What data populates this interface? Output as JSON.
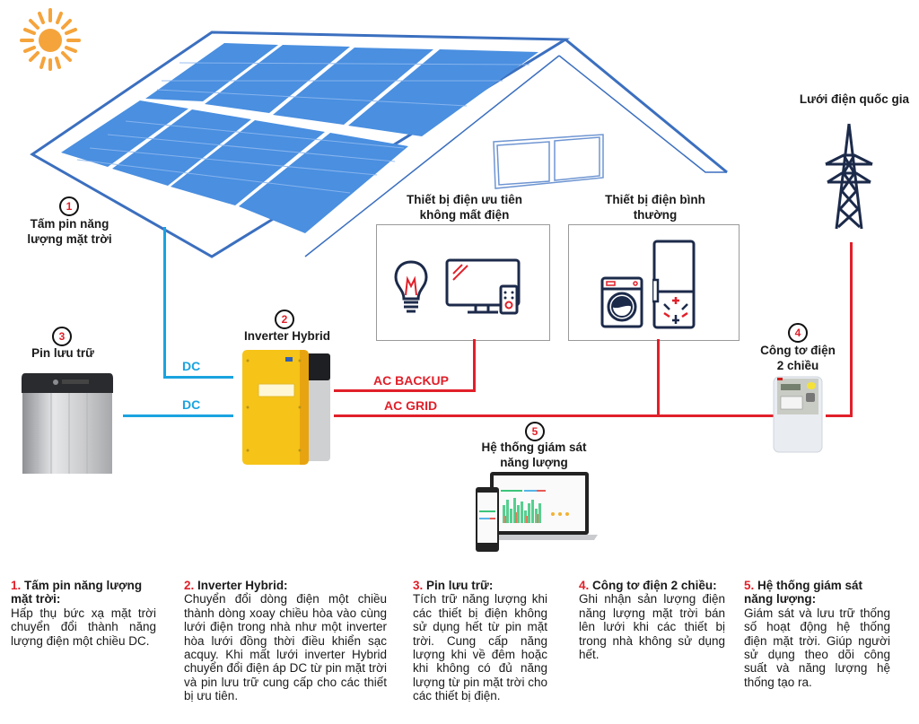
{
  "labels": {
    "solar_panel": {
      "number": "1",
      "text_line1": "Tấm pin năng",
      "text_line2": "lượng mặt trời"
    },
    "inverter": {
      "number": "2",
      "text": "Inverter Hybrid"
    },
    "battery": {
      "number": "3",
      "text": "Pin lưu trữ"
    },
    "meter": {
      "number": "4",
      "text_line1": "Công tơ điện",
      "text_line2": "2 chiều"
    },
    "monitoring": {
      "number": "5",
      "text_line1": "Hệ thống giám sát",
      "text_line2": "năng lượng"
    },
    "grid": {
      "text": "Lưới điện quốc gia"
    },
    "priority_devices": {
      "text_line1": "Thiết bị điện ưu tiên",
      "text_line2": "không mất điện"
    },
    "normal_devices": {
      "text_line1": "Thiết bị điện bình",
      "text_line2": "thường"
    }
  },
  "wires": {
    "dc_solar": "DC",
    "dc_battery": "DC",
    "ac_backup": "AC BACKUP",
    "ac_grid": "AC GRID"
  },
  "colors": {
    "dc_wire": "#1aa3e0",
    "ac_wire": "#e0202a",
    "panel_blue": "#4a8fe0",
    "roof_blue": "#3b6fbf",
    "sun": "#f5a43c",
    "icon_navy": "#1c2a4a",
    "accent_red": "#e0202a",
    "inverter_yellow": "#f6c318"
  },
  "descriptions": [
    {
      "number": "1.",
      "title": "Tấm pin năng lượng mặt trời:",
      "body": "Hấp thụ bức xạ mặt trời chuyển đổi thành năng lượng điện một chiều DC."
    },
    {
      "number": "2.",
      "title": "Inverter Hybrid:",
      "body": "Chuyển đổi dòng điện một chiều thành dòng xoay chiều hòa vào cùng lưới điện trong nhà như một inverter hòa lưới đồng thời điều khiển sạc acquy. Khi mất lưới inverter Hybrid chuyển đổi điện áp DC từ pin mặt trời và pin lưu trữ cung cấp cho các thiết bị ưu tiên."
    },
    {
      "number": "3.",
      "title": "Pin lưu trữ:",
      "body": "Tích trữ năng lượng khi các thiết bị điện không sử dụng hết từ pin mặt trời. Cung cấp năng lượng khi về đêm hoặc khi không có đủ năng lượng từ pin mặt trời cho các thiết bị điện."
    },
    {
      "number": "4.",
      "title": "Công tơ điện 2 chiều:",
      "body": "Ghi nhận sản lượng điện năng lượng mặt trời bán lên lưới khi các thiết bị trong nhà không sử dụng hết."
    },
    {
      "number": "5.",
      "title": "Hệ thống giám sát năng lượng:",
      "body": "Giám sát và lưu trữ thống số hoạt động hệ thống điện mặt trời. Giúp người sử dụng theo dõi công suất và năng lượng hệ thống tạo ra."
    }
  ]
}
